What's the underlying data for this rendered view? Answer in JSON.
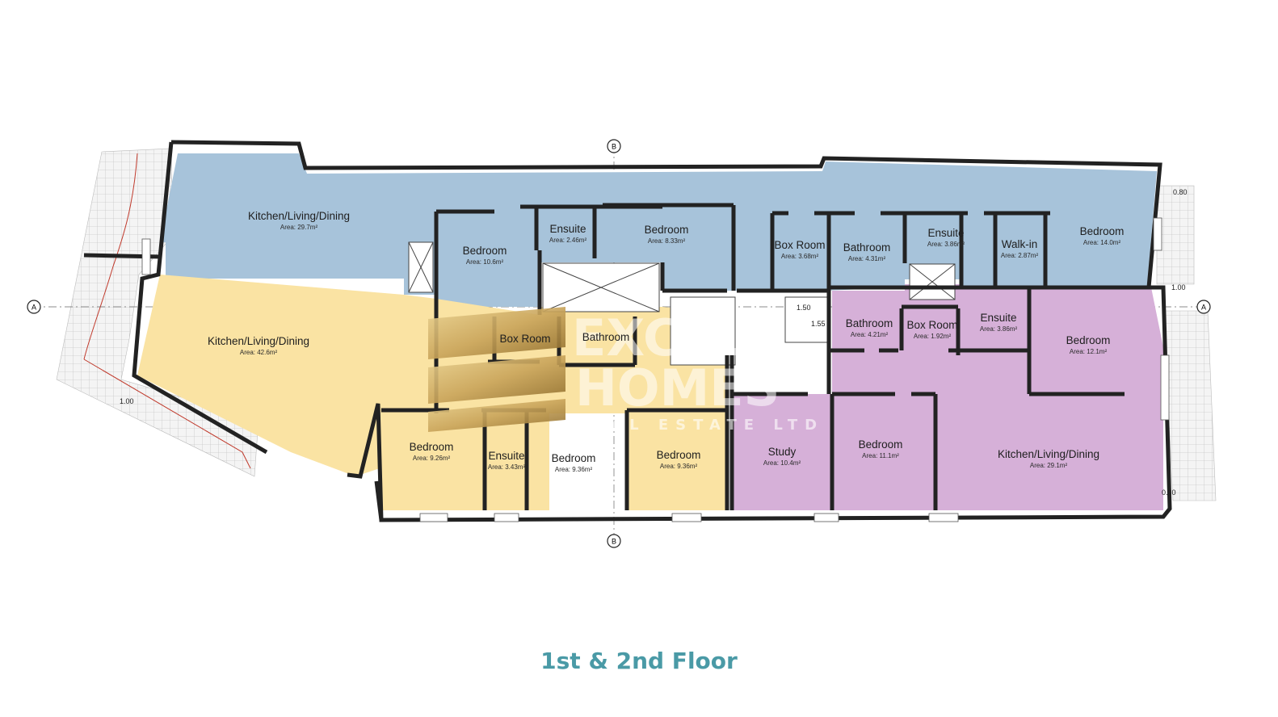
{
  "floor_title": "1st & 2nd Floor",
  "colors": {
    "blue_unit": "#a7c3da",
    "yellow_unit": "#fae3a3",
    "purple_unit": "#d6b0d8",
    "title": "#4a9aa6"
  },
  "units": {
    "blue": {
      "rooms": [
        {
          "name": "Kitchen/Living/Dining",
          "area": "Area: 29.7m²"
        },
        {
          "name": "Bedroom",
          "area": "Area: 10.6m²"
        },
        {
          "name": "Ensuite",
          "area": "Area: 2.46m²"
        },
        {
          "name": "Bedroom",
          "area": "Area: 8.33m²"
        },
        {
          "name": "Box Room",
          "area": "Area: 3.68m²"
        },
        {
          "name": "Bathroom",
          "area": "Area: 4.31m²"
        },
        {
          "name": "Ensuite",
          "area": "Area: 3.86m²"
        },
        {
          "name": "Walk-in",
          "area": "Area: 2.87m²"
        },
        {
          "name": "Bedroom",
          "area": "Area: 14.0m²"
        }
      ]
    },
    "yellow": {
      "rooms": [
        {
          "name": "Kitchen/Living/Dining",
          "area": "Area: 42.6m²"
        },
        {
          "name": "Box Room",
          "area": ""
        },
        {
          "name": "Bathroom",
          "area": ""
        },
        {
          "name": "Bedroom",
          "area": "Area: 9.26m²"
        },
        {
          "name": "Ensuite",
          "area": "Area: 3.43m²"
        },
        {
          "name": "Bedroom",
          "area": "Area: 9.36m²"
        },
        {
          "name": "Bedroom",
          "area": "Area: 9.36m²"
        }
      ]
    },
    "purple": {
      "rooms": [
        {
          "name": "Bathroom",
          "area": "Area: 4.21m²"
        },
        {
          "name": "Box Room",
          "area": "Area: 1.92m²"
        },
        {
          "name": "Ensuite",
          "area": "Area: 3.86m²"
        },
        {
          "name": "Bedroom",
          "area": "Area: 12.1m²"
        },
        {
          "name": "Study",
          "area": "Area: 10.4m²"
        },
        {
          "name": "Bedroom",
          "area": "Area: 11.1m²"
        },
        {
          "name": "Kitchen/Living/Dining",
          "area": "Area: 29.1m²"
        }
      ]
    }
  },
  "dimensions": [
    "0.80",
    "1.00",
    "1.00",
    "0.80",
    "1.50",
    "1.55"
  ],
  "section_markers": [
    "A",
    "A",
    "B",
    "B"
  ],
  "watermark": {
    "line1": "EXCEL",
    "line2": "HOMES",
    "line3": "REAL ESTATE LTD"
  }
}
